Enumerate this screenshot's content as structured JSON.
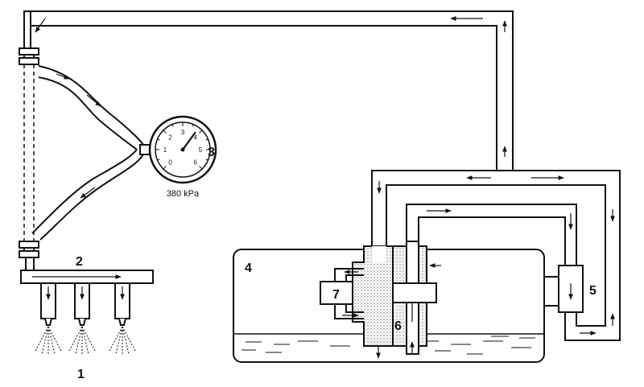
{
  "labels": {
    "injectors": "1",
    "fuel_rail": "2",
    "gauge": "3",
    "tank": "4",
    "pump": "5",
    "module": "6",
    "regulator": "7"
  },
  "gauge": {
    "reading": "380 kPa",
    "scale": [
      "0",
      "1",
      "2",
      "3",
      "4",
      "5",
      "6"
    ],
    "needle_value": 3.8,
    "scale_max": 6
  },
  "colors": {
    "ink": "#111111",
    "paper": "#ffffff",
    "shade": "#bbbbbb"
  }
}
